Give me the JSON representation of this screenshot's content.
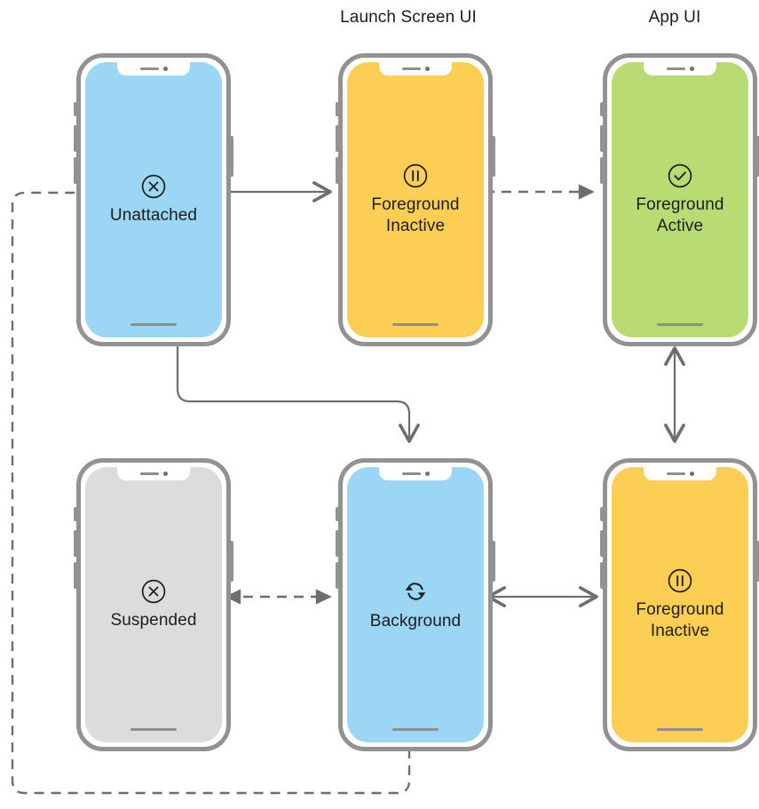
{
  "headers": [
    {
      "id": "hdr-launch",
      "label": "Launch Screen UI"
    },
    {
      "id": "hdr-app",
      "label": "App UI"
    }
  ],
  "colors": {
    "blue": "#9BD6F5",
    "yellow": "#FCCE54",
    "green": "#B9DB74",
    "gray": "#DCDCDC",
    "bezel": "#929292",
    "arrow": "#6E6E6E",
    "text": "#1d1d1f"
  },
  "phones": [
    {
      "id": "phone-unattached",
      "state": "Unattached",
      "label": "Unattached",
      "label_lines": [
        "Unattached"
      ],
      "screen_color": "#9BD6F5",
      "icon": "x-circle-icon",
      "column": "left",
      "row": "top"
    },
    {
      "id": "phone-foreground-inactive-top",
      "state": "Foreground Inactive",
      "label": "Foreground Inactive",
      "label_lines": [
        "Foreground",
        "Inactive"
      ],
      "screen_color": "#FCCE54",
      "icon": "pause-circle-icon",
      "column": "center",
      "row": "top"
    },
    {
      "id": "phone-foreground-active",
      "state": "Foreground Active",
      "label": "Foreground Active",
      "label_lines": [
        "Foreground",
        "Active"
      ],
      "screen_color": "#B9DB74",
      "icon": "check-circle-icon",
      "column": "right",
      "row": "top"
    },
    {
      "id": "phone-suspended",
      "state": "Suspended",
      "label": "Suspended",
      "label_lines": [
        "Suspended"
      ],
      "screen_color": "#DCDCDC",
      "icon": "x-circle-icon",
      "column": "left",
      "row": "bottom"
    },
    {
      "id": "phone-background",
      "state": "Background",
      "label": "Background",
      "label_lines": [
        "Background"
      ],
      "screen_color": "#9BD6F5",
      "icon": "refresh-arrows-icon",
      "column": "center",
      "row": "bottom"
    },
    {
      "id": "phone-foreground-inactive-bottom",
      "state": "Foreground Inactive",
      "label": "Foreground Inactive",
      "label_lines": [
        "Foreground",
        "Inactive"
      ],
      "screen_color": "#FCCE54",
      "icon": "pause-circle-icon",
      "column": "right",
      "row": "bottom"
    }
  ],
  "transitions": [
    {
      "id": "arrow-unattached-to-fg-inactive",
      "from": "Unattached",
      "to": "Foreground Inactive",
      "style": "solid",
      "direction": "one-way"
    },
    {
      "id": "arrow-fg-inactive-to-fg-active",
      "from": "Foreground Inactive",
      "to": "Foreground Active",
      "style": "dashed",
      "direction": "one-way"
    },
    {
      "id": "arrow-unattached-to-background",
      "from": "Unattached",
      "to": "Background",
      "style": "solid",
      "direction": "one-way"
    },
    {
      "id": "arrow-fg-active-to-fg-inactive-bottom",
      "from": "Foreground Active",
      "to": "Foreground Inactive",
      "style": "solid",
      "direction": "two-way"
    },
    {
      "id": "arrow-suspended-to-background",
      "from": "Suspended",
      "to": "Background",
      "style": "dashed",
      "direction": "two-way"
    },
    {
      "id": "arrow-background-to-fg-inactive-bottom",
      "from": "Background",
      "to": "Foreground Inactive",
      "style": "solid",
      "direction": "two-way"
    },
    {
      "id": "arrow-background-to-unattached",
      "from": "Background",
      "to": "Unattached",
      "style": "dashed",
      "direction": "one-way"
    }
  ]
}
